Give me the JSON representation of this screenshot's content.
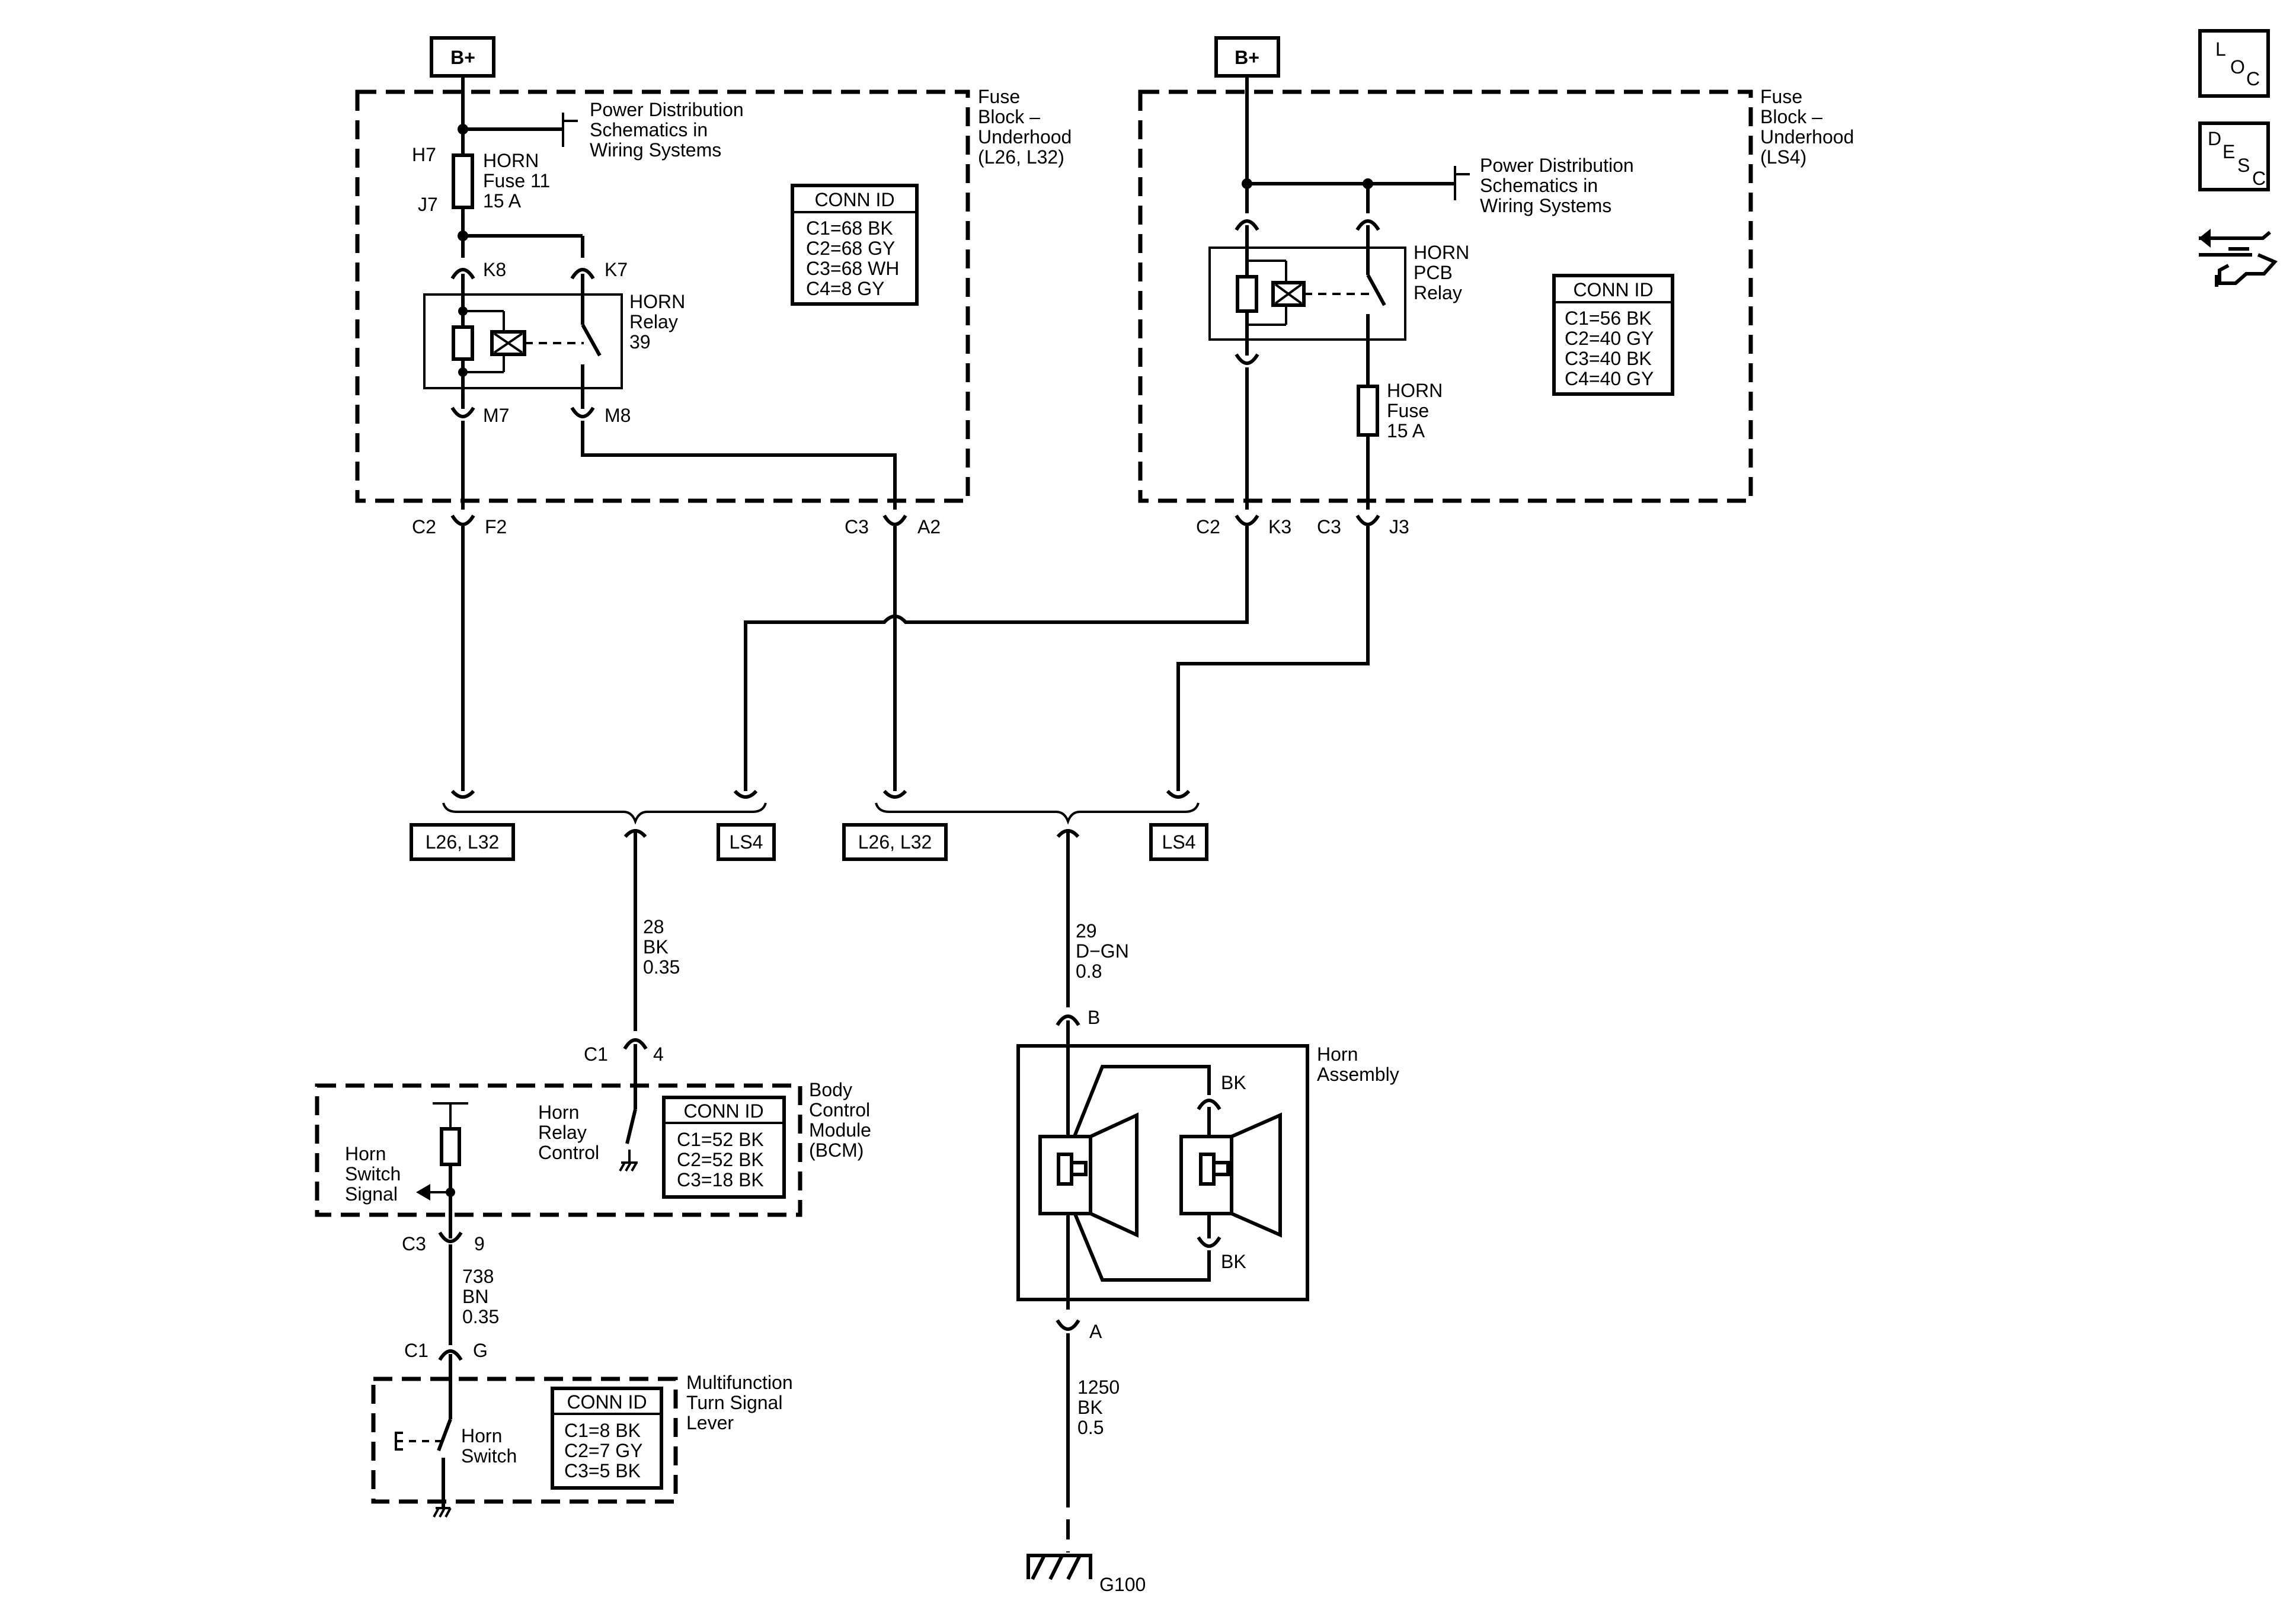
{
  "bplus": "B+",
  "fuse_block_left": {
    "title": [
      "Fuse",
      "Block –",
      "Underhood",
      "(L26, L32)"
    ],
    "power_ref": [
      "Power Distribution",
      "Schematics in",
      "Wiring Systems"
    ],
    "fuse": {
      "top_pin": "H7",
      "bottom_pin": "J7",
      "label": [
        "HORN",
        "Fuse 11",
        "15 A"
      ]
    },
    "relay": {
      "pins": [
        "K8",
        "K7",
        "M7",
        "M8"
      ],
      "label": [
        "HORN",
        "Relay",
        "39"
      ]
    },
    "conn_id": {
      "title": "CONN ID",
      "rows": [
        "C1=68 BK",
        "C2=68 GY",
        "C3=68 WH",
        "C4=8 GY"
      ]
    },
    "connectors": [
      {
        "conn": "C2",
        "pin": "F2"
      },
      {
        "conn": "C3",
        "pin": "A2"
      }
    ]
  },
  "fuse_block_right": {
    "title": [
      "Fuse",
      "Block –",
      "Underhood",
      "(LS4)"
    ],
    "power_ref": [
      "Power Distribution",
      "Schematics in",
      "Wiring Systems"
    ],
    "relay": {
      "label": [
        "HORN",
        "PCB",
        "Relay"
      ]
    },
    "fuse": {
      "label": [
        "HORN",
        "Fuse",
        "15 A"
      ]
    },
    "conn_id": {
      "title": "CONN ID",
      "rows": [
        "C1=56 BK",
        "C2=40 GY",
        "C3=40 BK",
        "C4=40 GY"
      ]
    },
    "connectors": [
      {
        "conn": "C2",
        "pin": "K3"
      },
      {
        "conn": "C3",
        "pin": "J3"
      }
    ]
  },
  "options": {
    "left": [
      "L26, L32",
      "LS4"
    ],
    "right": [
      "L26, L32",
      "LS4"
    ]
  },
  "wires": {
    "w28": [
      "28",
      "BK",
      "0.35"
    ],
    "w29": [
      "29",
      "D−GN",
      "0.8"
    ],
    "w738": [
      "738",
      "BN",
      "0.35"
    ],
    "w1250": [
      "1250",
      "BK",
      "0.5"
    ]
  },
  "bcm": {
    "title": [
      "Body",
      "Control",
      "Module",
      "(BCM)"
    ],
    "relay_control": [
      "Horn",
      "Relay",
      "Control"
    ],
    "switch_signal": [
      "Horn",
      "Switch",
      "Signal"
    ],
    "conn_id": {
      "title": "CONN ID",
      "rows": [
        "C1=52 BK",
        "C2=52 BK",
        "C3=18 BK"
      ]
    },
    "top_conn": {
      "conn": "C1",
      "pin": "4"
    },
    "bottom_conn": {
      "conn": "C3",
      "pin": "9"
    }
  },
  "multifunction": {
    "title": [
      "Multifunction",
      "Turn Signal",
      "Lever"
    ],
    "switch": [
      "Horn",
      "Switch"
    ],
    "conn_id": {
      "title": "CONN ID",
      "rows": [
        "C1=8 BK",
        "C2=7 GY",
        "C3=5 BK"
      ]
    },
    "top_conn": {
      "conn": "C1",
      "pin": "G"
    }
  },
  "horn_assembly": {
    "title": [
      "Horn",
      "Assembly"
    ],
    "pin_b": "B",
    "pin_a": "A",
    "bk_top": "BK",
    "bk_bottom": "BK"
  },
  "ground": "G100",
  "nav_icons": {
    "loc": [
      "L",
      "O",
      "C"
    ],
    "desc": [
      "D",
      "E",
      "S",
      "C"
    ]
  }
}
